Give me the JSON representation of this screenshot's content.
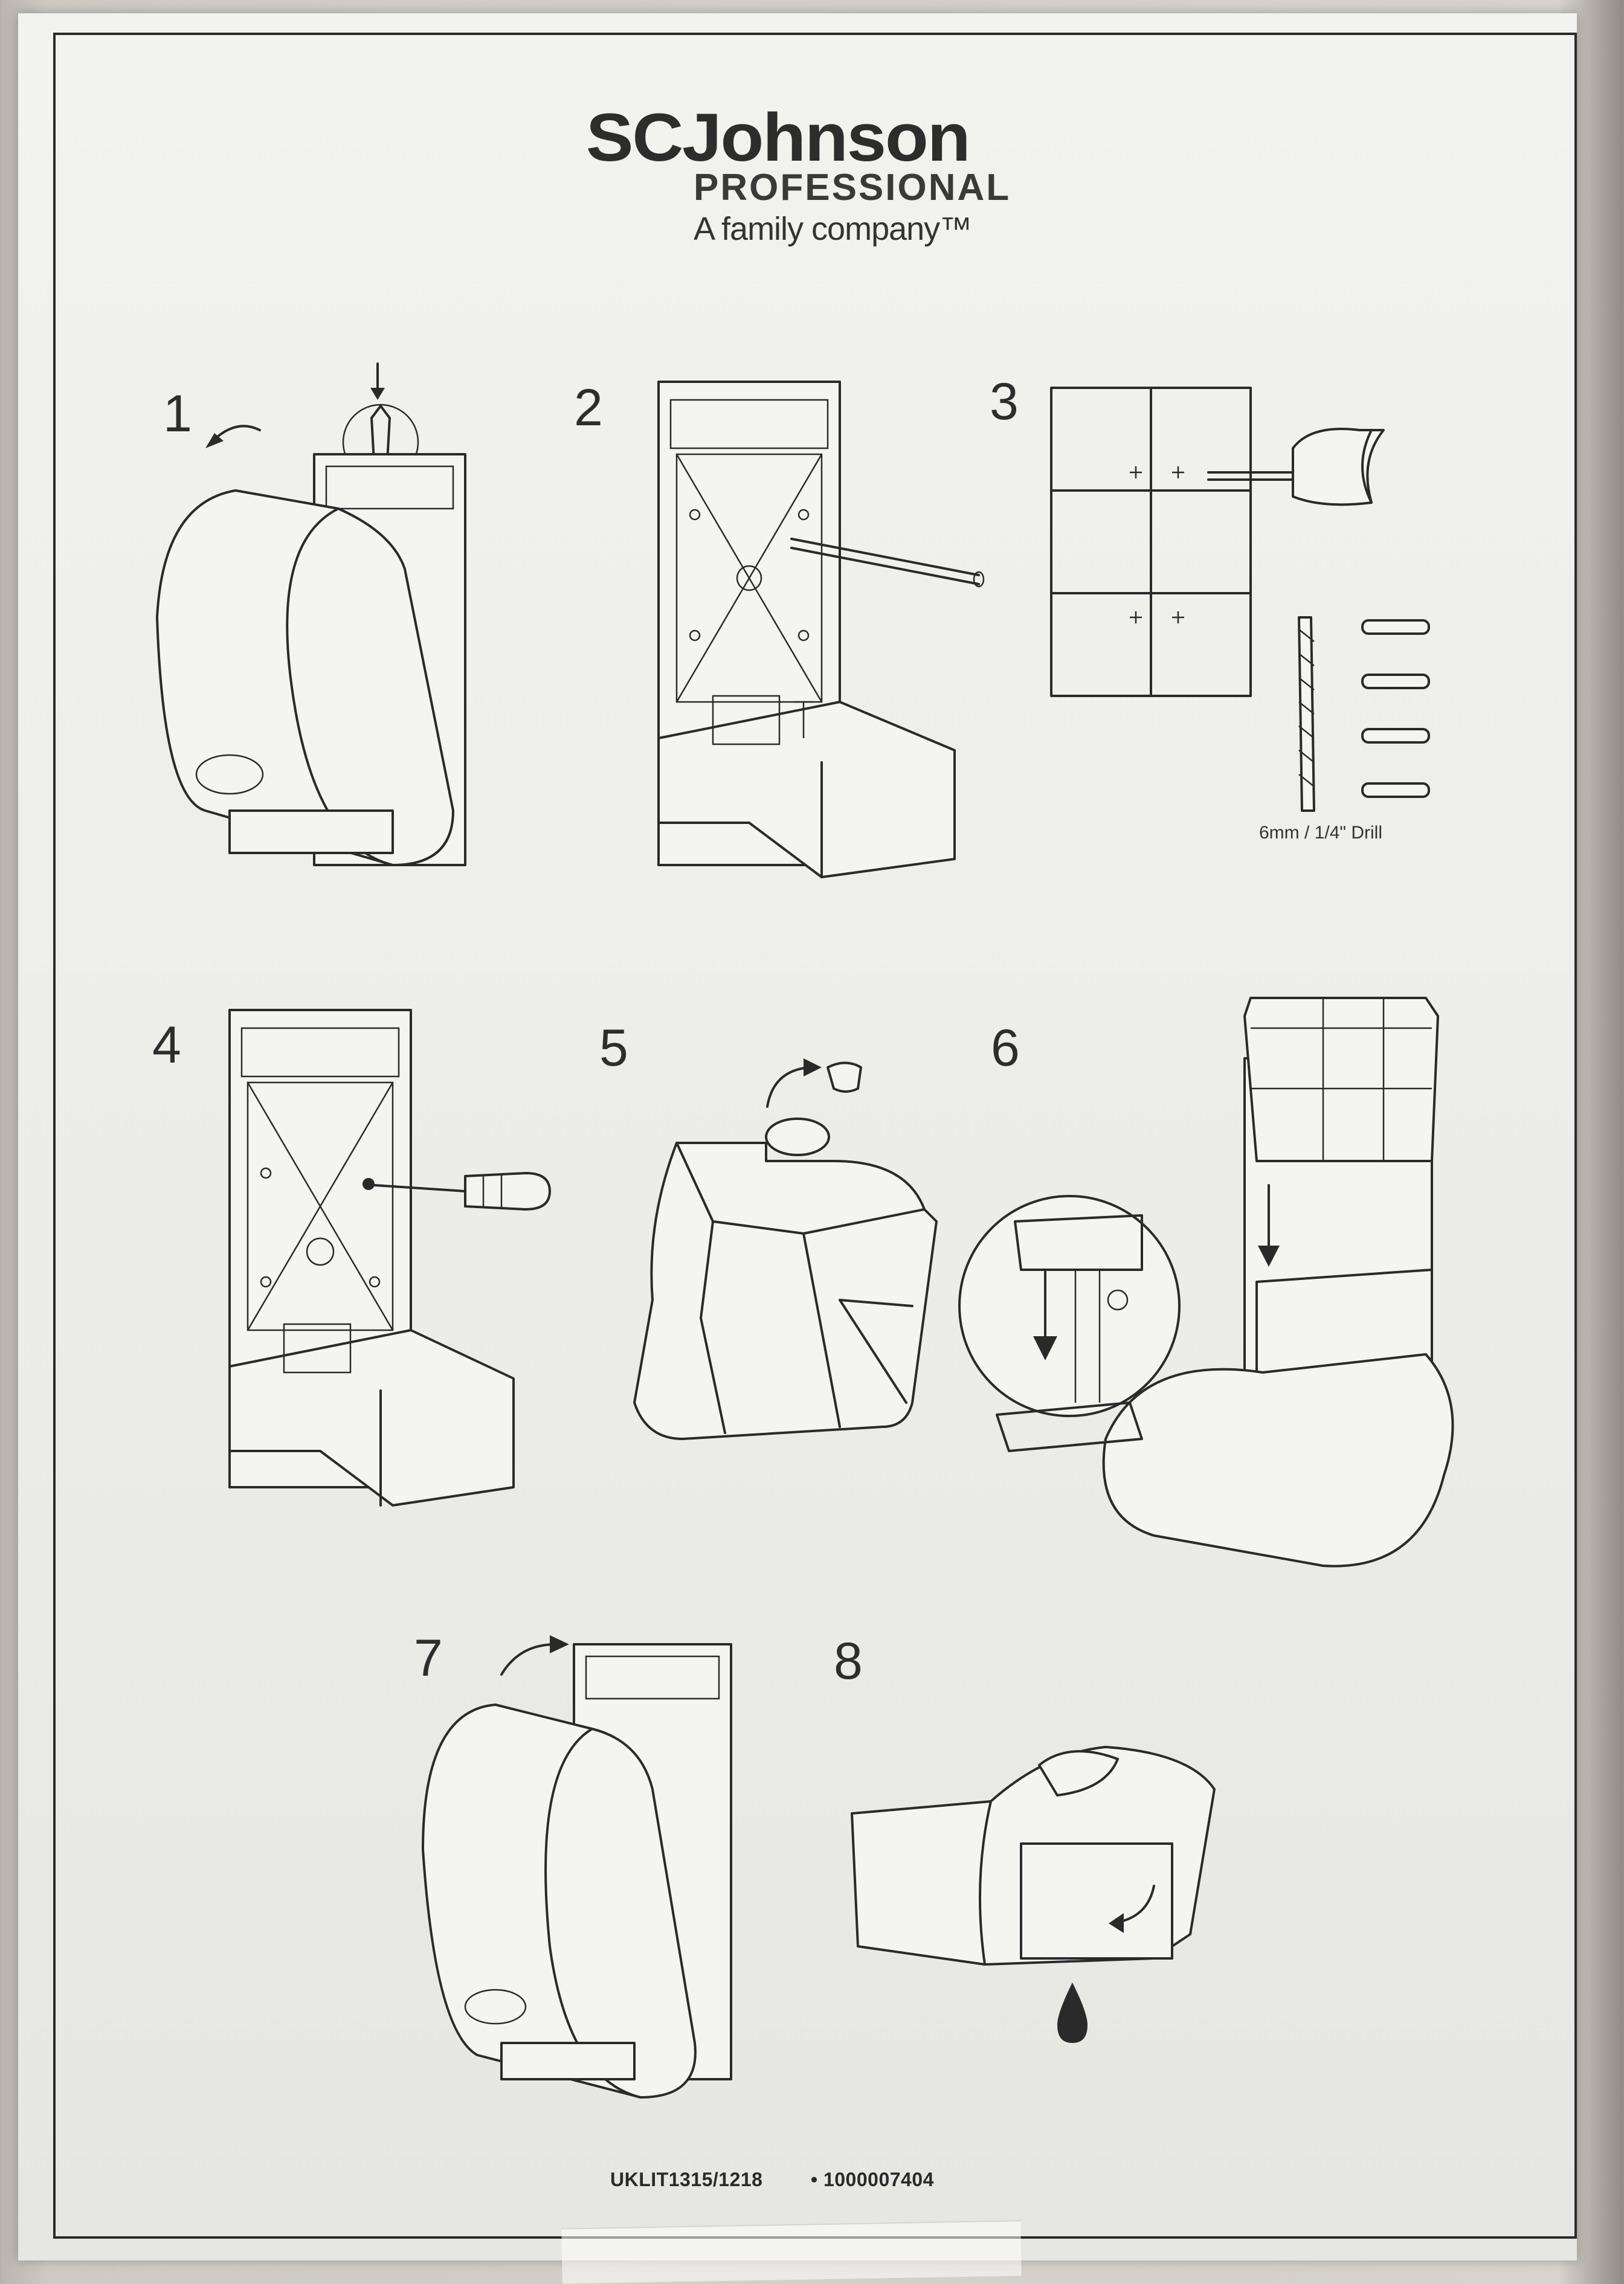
{
  "logo": {
    "brand": "SCJohnson",
    "sub": "PROFESSIONAL",
    "tagline": "A family company™"
  },
  "steps": [
    {
      "number": "1"
    },
    {
      "number": "2"
    },
    {
      "number": "3",
      "drill_label": "6mm / 1/4\" Drill"
    },
    {
      "number": "4"
    },
    {
      "number": "5"
    },
    {
      "number": "6"
    },
    {
      "number": "7"
    },
    {
      "number": "8"
    }
  ],
  "footer": {
    "code_left": "UKLIT1315/1218",
    "code_right": "• 1000007404"
  },
  "icons": [
    "arrow-curved-icon",
    "arrow-down-icon",
    "drill-icon",
    "screwdriver-icon",
    "wall-plug-icon",
    "drop-icon"
  ],
  "colors": {
    "ink": "#2a2a2a",
    "paper": "#efefec"
  }
}
